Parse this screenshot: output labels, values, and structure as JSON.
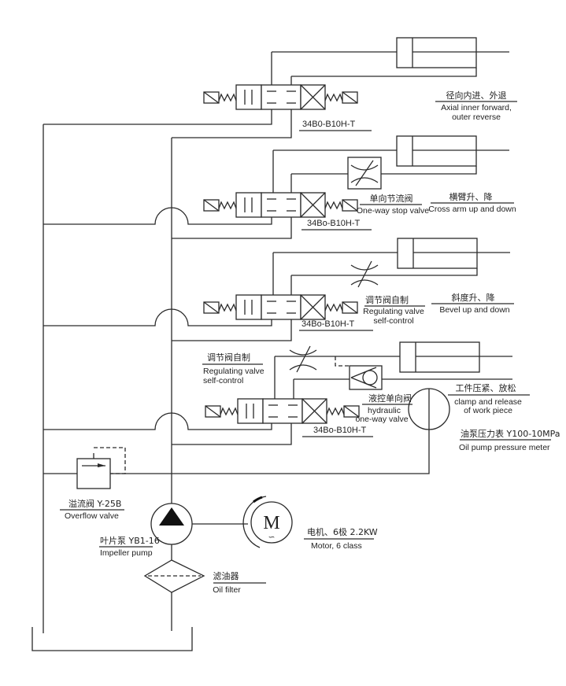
{
  "diagram": {
    "type": "hydraulic-schematic",
    "valves": [
      {
        "code": "34B0-B10H-T"
      },
      {
        "code": "34Bo-B10H-T"
      },
      {
        "code": "34Bo-B10H-T"
      },
      {
        "code": "34Bo-B10H-T"
      }
    ],
    "labels": {
      "axial": {
        "cn": "径向内进、外退",
        "en1": "Axial inner forward,",
        "en2": "outer reverse"
      },
      "stop_valve": {
        "cn": "单向节流阀",
        "en": "One-way stop valve"
      },
      "cross_arm": {
        "cn": "横臂升、降",
        "en": "Cross arm up and down"
      },
      "regulating_1": {
        "cn": "调节阀自制",
        "en1": "Regulating valve",
        "en2": "self-control"
      },
      "bevel": {
        "cn": "斜度升、降",
        "en": "Bevel up and down"
      },
      "regulating_2": {
        "cn": "调节阀自制",
        "en1": "Regulating valve",
        "en2": "self-control"
      },
      "hydraulic_valve": {
        "cn": "液控单向阀",
        "en1": "hydraulic",
        "en2": "one-way valve"
      },
      "clamp": {
        "cn": "工件压紧、放松",
        "en1": "clamp and release",
        "en2": "of work piece"
      },
      "pressure_meter": {
        "cn": "油泵压力表 Y100-10MPa",
        "en": "Oil pump pressure meter"
      },
      "overflow": {
        "cn": "溢流阀 Y-25B",
        "en": "Overflow valve"
      },
      "pump": {
        "cn": "叶片泵 YB1-16",
        "en": "Impeller pump"
      },
      "motor": {
        "cn": "电机、6极   2.2KW",
        "en": "Motor, 6 class",
        "symbol": "M",
        "wave": "∽"
      },
      "filter": {
        "cn": "滤油器",
        "en": "Oil filter"
      }
    }
  }
}
